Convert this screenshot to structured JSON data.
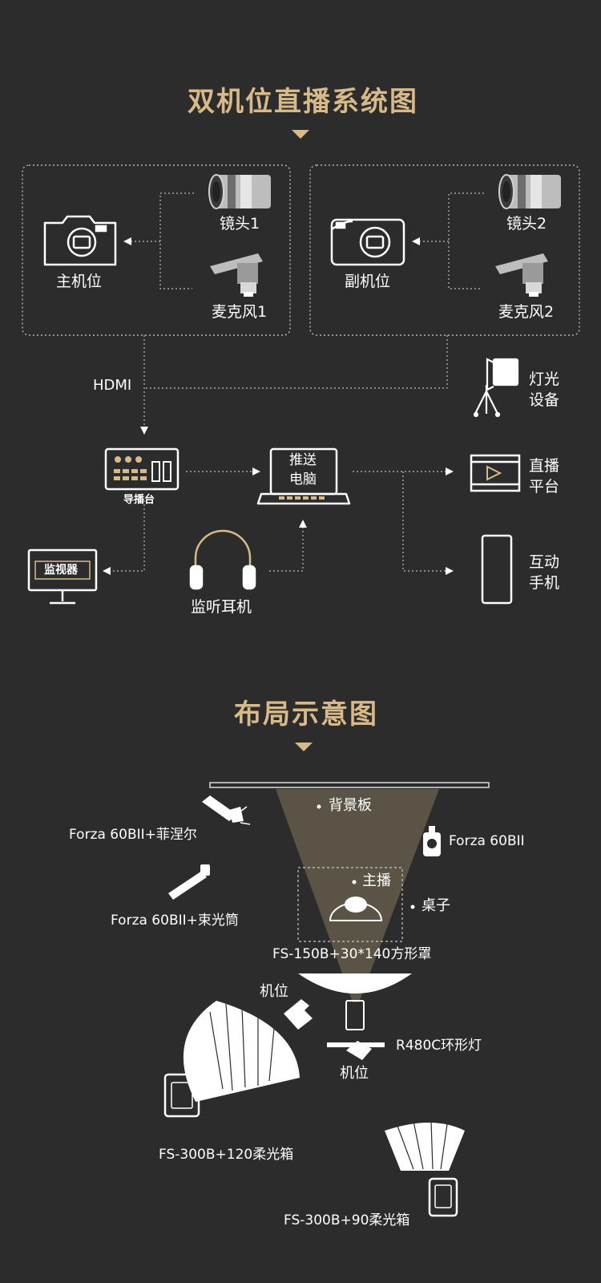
{
  "sections": {
    "system_title": "双机位直播系统图",
    "layout_title": "布局示意图"
  },
  "system": {
    "main_camera": "主机位",
    "sub_camera": "副机位",
    "lens1": "镜头1",
    "lens2": "镜头2",
    "mic1": "麦克风1",
    "mic2": "麦克风2",
    "hdmi": "HDMI",
    "lighting_line1": "灯光",
    "lighting_line2": "设备",
    "switcher": "导播台",
    "pc_line1": "推送",
    "pc_line2": "电脑",
    "platform_line1": "直播",
    "platform_line2": "平台",
    "phone_line1": "互动",
    "phone_line2": "手机",
    "monitor": "监视器",
    "headphones": "监听耳机"
  },
  "layout": {
    "backdrop": "背景板",
    "forza_fresnel": "Forza 60BII+菲涅尔",
    "forza_right": "Forza 60BII",
    "forza_snoot": "Forza 60BII+束光筒",
    "host": "主播",
    "desk": "桌子",
    "fs150": "FS-150B+30*140方形罩",
    "camera_left": "机位",
    "camera_front": "机位",
    "ring_light": "R480C环形灯",
    "fs300_120": "FS-300B+120柔光箱",
    "fs300_90": "FS-300B+90柔光箱"
  },
  "colors": {
    "background": "#2c2c2c",
    "accent": "#d8b98a",
    "line": "#ffffff"
  }
}
